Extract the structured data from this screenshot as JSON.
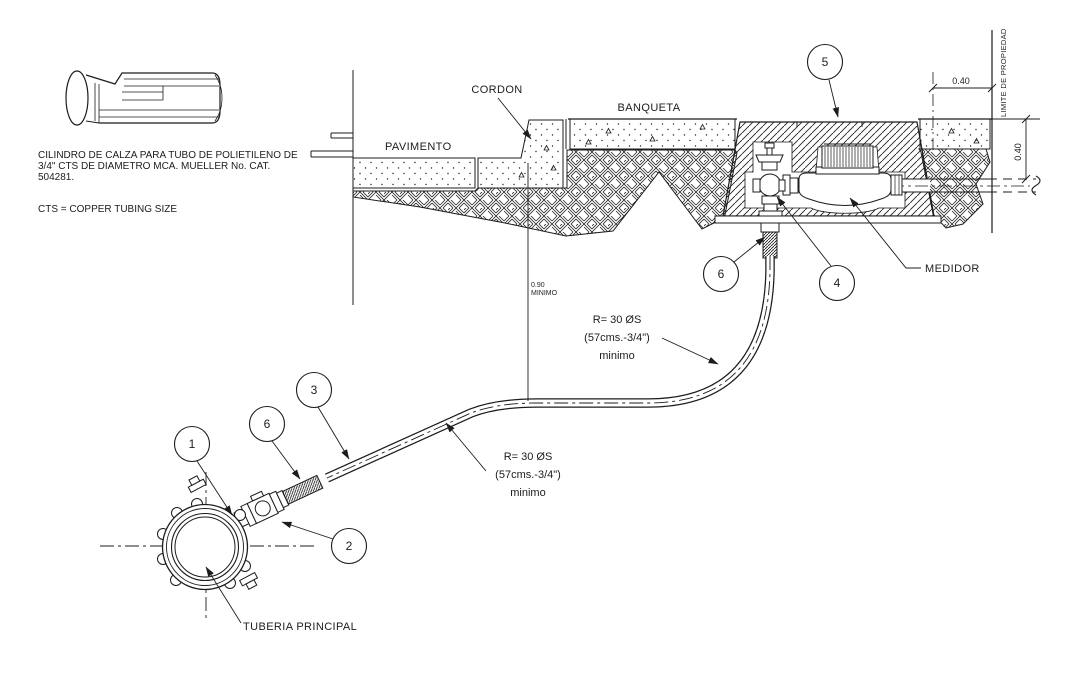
{
  "notes": {
    "cylinder_line1": "CILINDRO DE CALZA PARA TUBO DE POLIETILENO DE",
    "cylinder_line2": "3/4\" CTS DE DIAMETRO MCA. MUELLER No. CAT.",
    "cylinder_line3": "504281.",
    "cts": "CTS = COPPER TUBING SIZE"
  },
  "labels": {
    "pavimento": "PAVIMENTO",
    "cordon": "CORDON",
    "banqueta": "BANQUETA",
    "medidor": "MEDIDOR",
    "tuberia_principal": "TUBERIA PRINCIPAL",
    "limite_de_propiedad": "LIMITE DE PROPIEDAD"
  },
  "dimensions": {
    "offset_top": "0.40",
    "depth_right": "0.40",
    "min_depth": "0.90",
    "min_word": "MINIMO"
  },
  "radius_note_upper": {
    "l1": "R= 30 ØS",
    "l2": "(57cms.-3/4\")",
    "l3": "minimo"
  },
  "radius_note_lower": {
    "l1": "R= 30 ØS",
    "l2": "(57cms.-3/4\")",
    "l3": "minimo"
  },
  "callouts": {
    "n1": "1",
    "n2": "2",
    "n3": "3",
    "n4": "4",
    "n5": "5",
    "n6": "6"
  },
  "colors": {
    "ink": "#1c1c1c",
    "paper": "#ffffff"
  }
}
